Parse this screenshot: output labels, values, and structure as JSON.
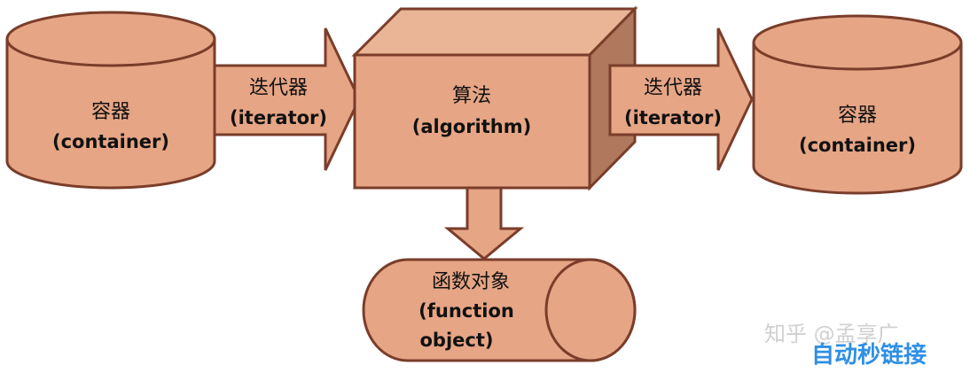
{
  "nodes": {
    "container_left": {
      "cn": "容器",
      "en": "(container)"
    },
    "iterator_left": {
      "cn": "迭代器",
      "en": "(iterator)"
    },
    "algorithm": {
      "cn": "算法",
      "en": "(algorithm)"
    },
    "iterator_right": {
      "cn": "迭代器",
      "en": "(iterator)"
    },
    "container_right": {
      "cn": "容器",
      "en": "(container)"
    },
    "function_object": {
      "cn": "函数对象",
      "en1": "(function",
      "en2": "object)"
    }
  },
  "watermark": {
    "line1": "知乎 @孟享广",
    "line2": "自动秒链接"
  },
  "colors": {
    "fill": "#e6a585",
    "fill_top": "#e9b596",
    "fill_side": "#b0785c",
    "stroke": "#7a3d2a",
    "watermark_blue": "#2f8fe5"
  }
}
